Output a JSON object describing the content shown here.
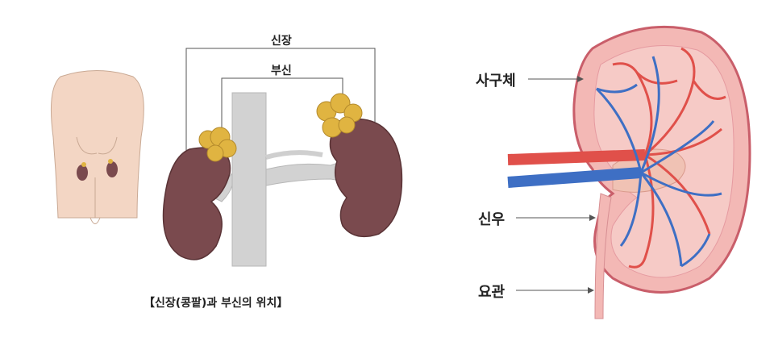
{
  "left_panel": {
    "label_kidney": "신장",
    "label_adrenal": "부신",
    "caption": "【신장(콩팥)과 부신의 위치】"
  },
  "right_panel": {
    "label_glomerulus": "사구체",
    "label_renal_pelvis": "신우",
    "label_ureter": "요관"
  },
  "colors": {
    "skin": "#f3d6c4",
    "kidney": "#7a4a4e",
    "adrenal": "#e0b441",
    "vessel_gray": "#cfcfcf",
    "artery": "#e0504a",
    "vein": "#3e6fc4",
    "cortex": "#f3b8b5"
  }
}
